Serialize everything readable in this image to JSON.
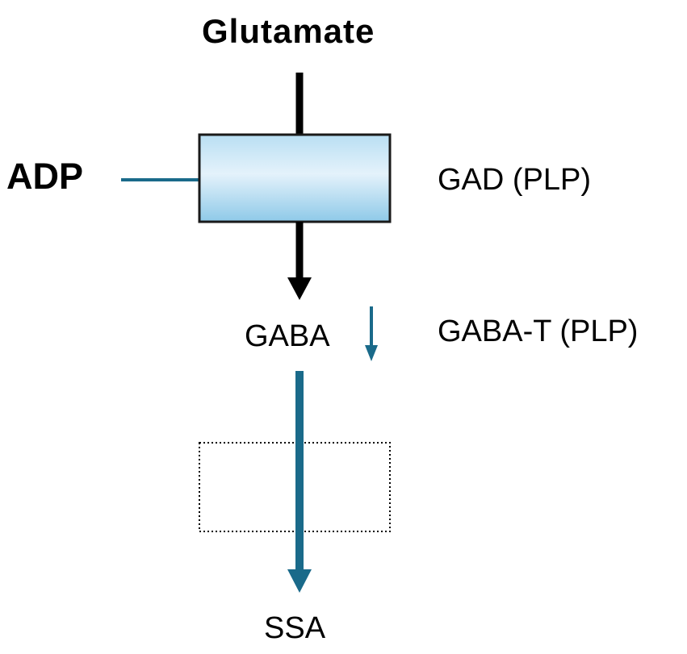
{
  "labels": {
    "substrate": "Glutamate",
    "regulator": "ADP",
    "enzyme1": "GAD (PLP)",
    "intermediate": "GABA",
    "enzyme2": "GABA-T (PLP)",
    "product": "SSA"
  },
  "colors": {
    "arrow_black": "#000000",
    "arrow_teal": "#1a6a8a",
    "box_top": "#cfe7f5",
    "box_bottom": "#8ec9e8",
    "box_border": "#1a1a1a"
  }
}
